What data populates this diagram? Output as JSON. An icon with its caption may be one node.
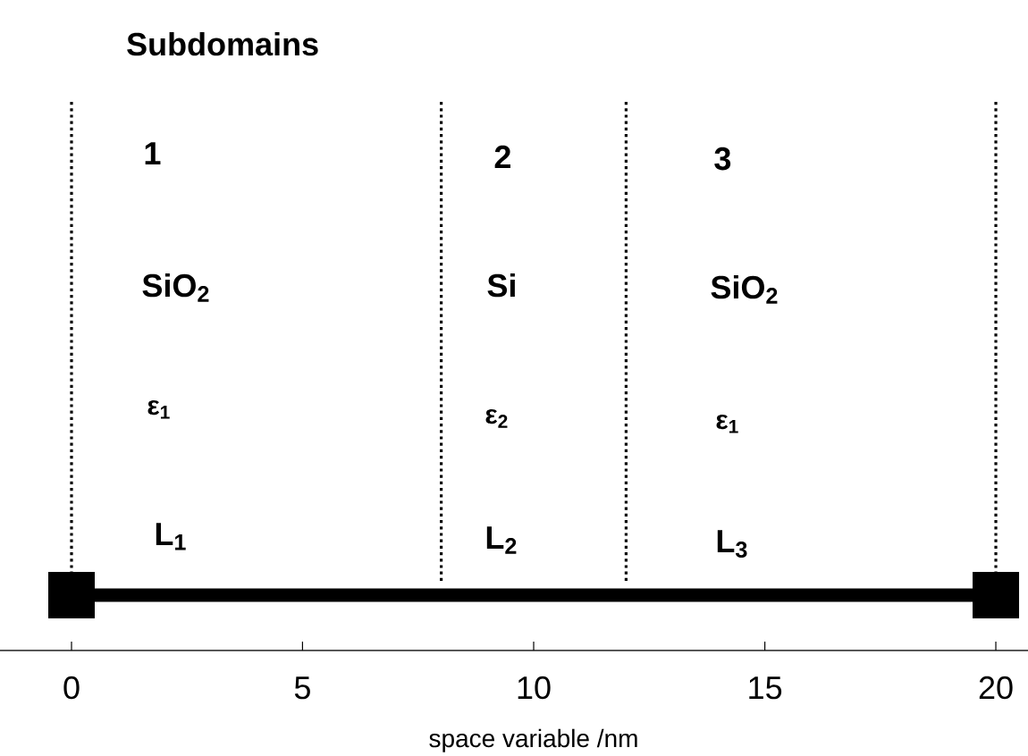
{
  "diagram": {
    "title": "Subdomains",
    "labels": [
      "1",
      "2",
      "3",
      "SiO$_{2}$",
      "Si",
      "SiO$_{2}$",
      "ε$_{1}$",
      "ε$_{2}$",
      "ε$_{1}$",
      "L$_{1}$",
      "L$_{2}$",
      "L$_{3}$",
      "0",
      "5",
      "10",
      "15",
      "20",
      "space variable /nm"
    ]
  }
}
